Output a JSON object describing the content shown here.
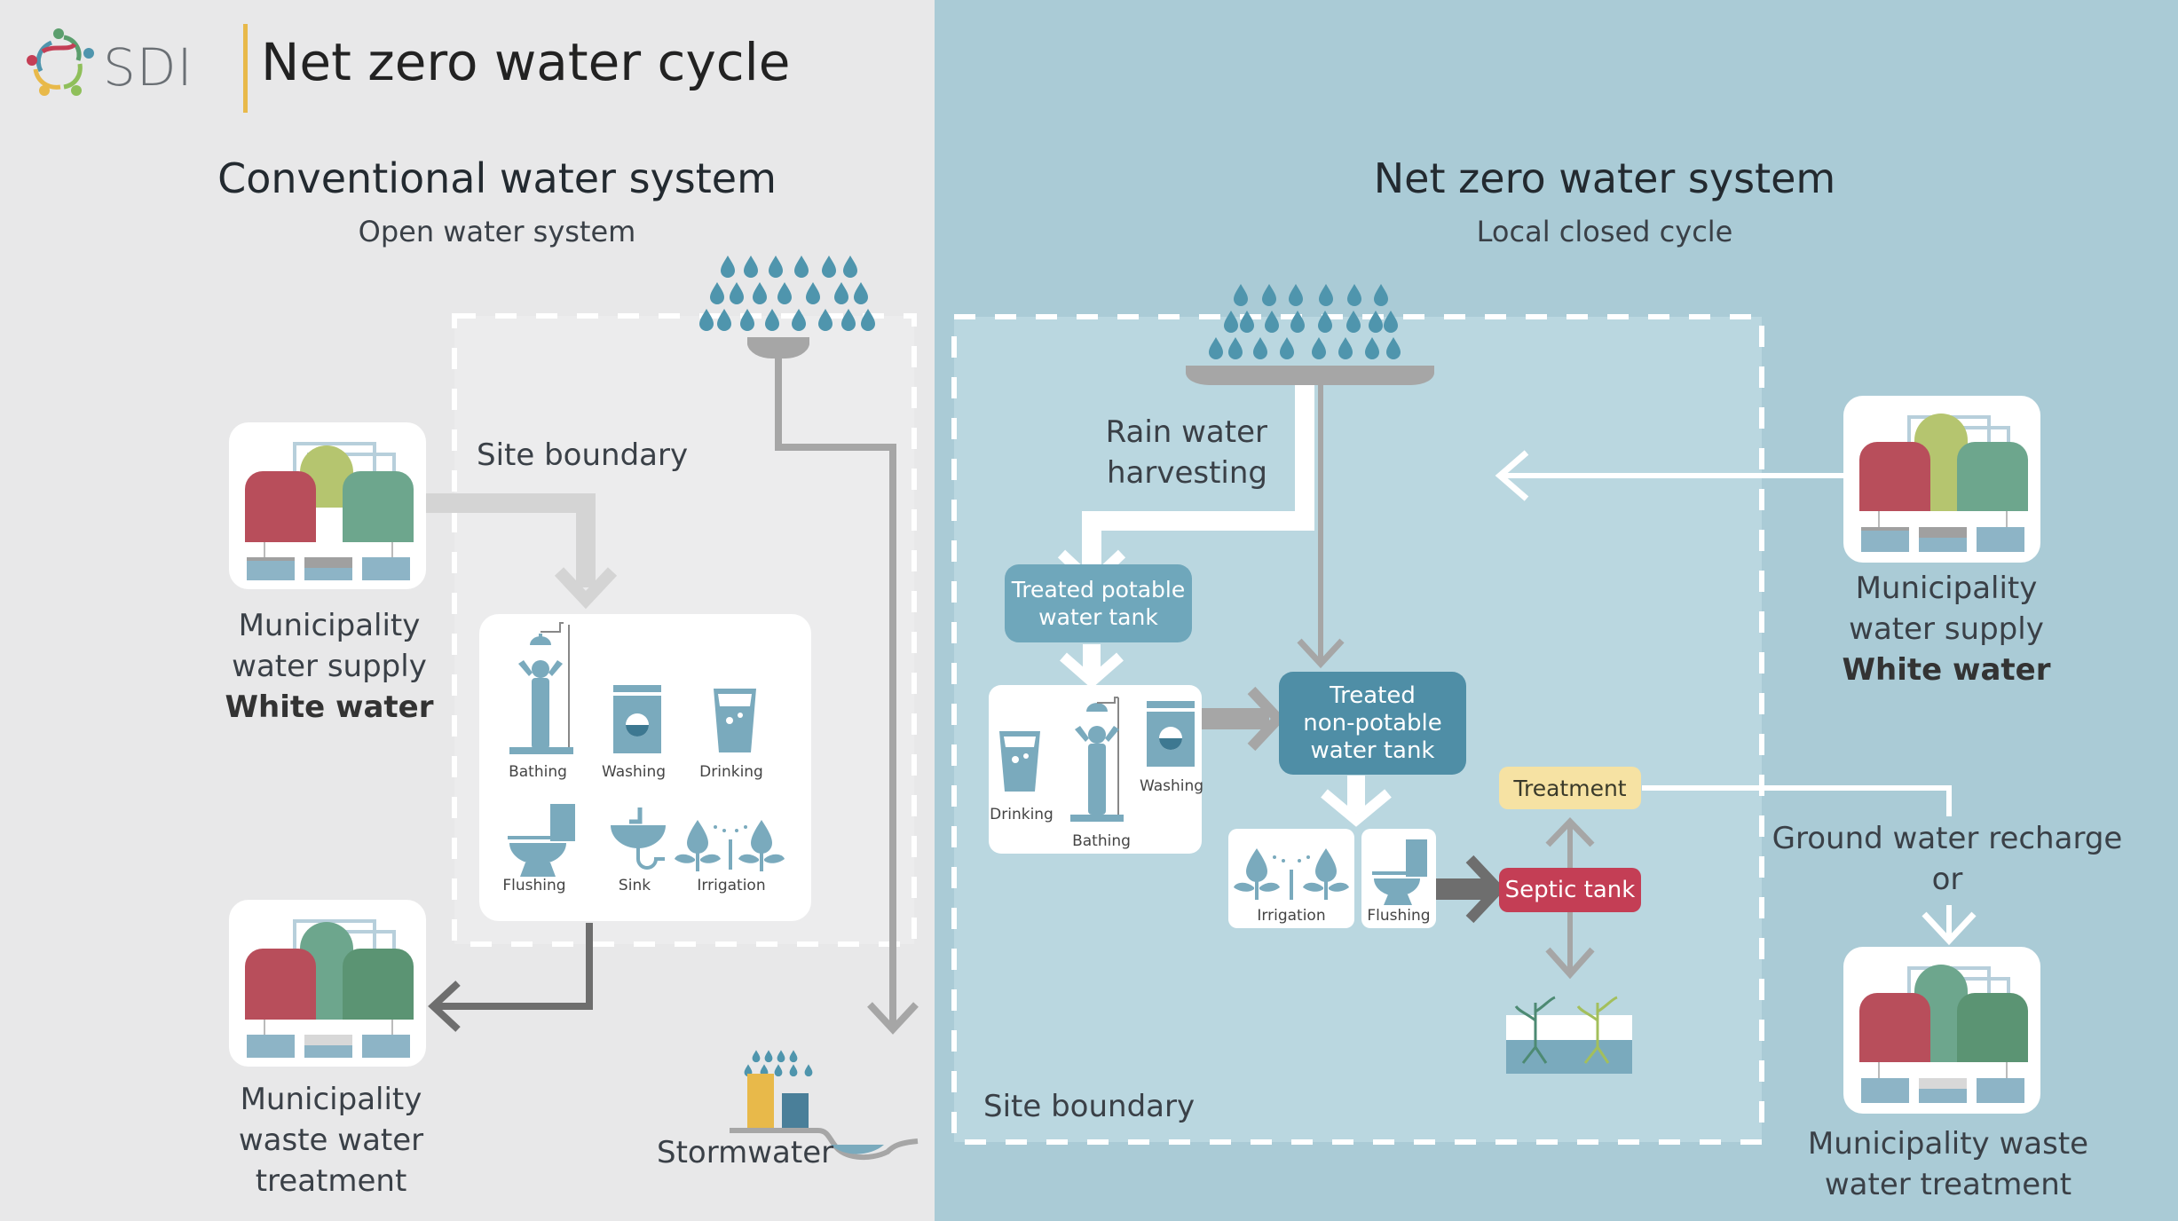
{
  "header": {
    "logo_text": "SDI",
    "title": "Net zero water cycle"
  },
  "colors": {
    "left_bg": "#e8e8e9",
    "right_bg": "#aacbd6",
    "inner_right_bg": "#bad7e0",
    "rain_drop": "#4f95ad",
    "icon_blue": "#7aaabd",
    "potable_tank": "#6fa7bb",
    "nonpotable_tank": "#4f8ea6",
    "septic_tank": "#c43e55",
    "treatment": "#f6e2a3",
    "accent_divider": "#e8b94a",
    "pipe_gray": "#a6a6a6",
    "pipe_dark": "#6e6e6e"
  },
  "conventional": {
    "title": "Conventional water system",
    "subtitle": "Open water system",
    "site_boundary": "Site boundary",
    "supply": {
      "line1": "Municipality",
      "line2": "water supply",
      "line3": "White water"
    },
    "waste": {
      "line1": "Municipality",
      "line2": "waste water",
      "line3": "treatment"
    },
    "fixtures": [
      {
        "label": "Bathing",
        "icon": "shower-icon"
      },
      {
        "label": "Washing",
        "icon": "washing-machine-icon"
      },
      {
        "label": "Drinking",
        "icon": "glass-icon"
      },
      {
        "label": "Flushing",
        "icon": "toilet-icon"
      },
      {
        "label": "Sink",
        "icon": "sink-icon"
      },
      {
        "label": "Irrigation",
        "icon": "irrigation-icon"
      }
    ],
    "stormwater": "Stormwater"
  },
  "netzero": {
    "title": "Net zero water system",
    "subtitle": "Local closed cycle",
    "site_boundary": "Site boundary",
    "rain_harvest": {
      "line1": "Rain water",
      "line2": "harvesting"
    },
    "potable_tank": {
      "line1": "Treated potable",
      "line2": "water tank"
    },
    "nonpotable_tank": {
      "line1": "Treated",
      "line2": "non-potable",
      "line3": "water tank"
    },
    "potable_uses": [
      {
        "label": "Drinking",
        "icon": "glass-icon"
      },
      {
        "label": "Bathing",
        "icon": "shower-icon"
      },
      {
        "label": "Washing",
        "icon": "washing-machine-icon"
      }
    ],
    "nonpotable_uses": [
      {
        "label": "Irrigation",
        "icon": "irrigation-icon"
      },
      {
        "label": "Flushing",
        "icon": "toilet-icon"
      }
    ],
    "treatment": "Treatment",
    "septic_tank": "Septic tank",
    "recharge": {
      "line1": "Ground water recharge",
      "line2": "or"
    },
    "supply": {
      "line1": "Municipality",
      "line2": "water supply",
      "line3": "White water"
    },
    "waste": {
      "line1": "Municipality waste",
      "line2": "water treatment"
    }
  }
}
